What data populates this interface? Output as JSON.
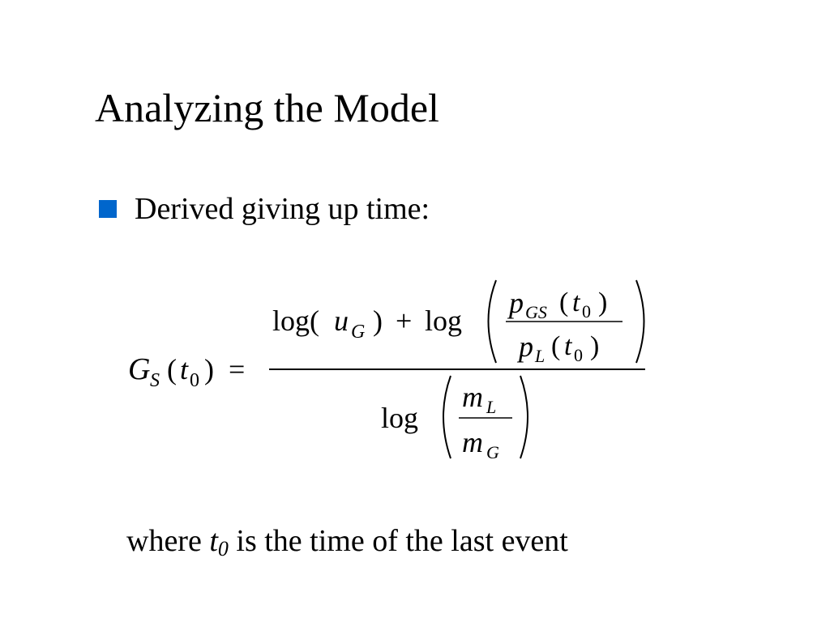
{
  "slide": {
    "title": "Analyzing the Model",
    "bullet": {
      "text": "Derived giving up time:",
      "marker_color": "#0066cc"
    },
    "formula": {
      "lhs": {
        "func": "G",
        "func_sub": "S",
        "lparen": "(",
        "arg": "t",
        "arg_sub": "0",
        "rparen": ")",
        "equals": "="
      },
      "numerator": {
        "log1": "log(",
        "u": "u",
        "u_sub": "G",
        "close1": ")",
        "plus": "+",
        "log2": "log",
        "inner_num": {
          "p": "p",
          "p_sub": "GS",
          "lparen": "(",
          "t": "t",
          "t_sub": "0",
          "rparen": ")"
        },
        "inner_den": {
          "p": "p",
          "p_sub": "L",
          "lparen": "(",
          "t": "t",
          "t_sub": "0",
          "rparen": ")"
        }
      },
      "denominator": {
        "log": "log",
        "inner_num": {
          "m": "m",
          "m_sub": "L"
        },
        "inner_den": {
          "m": "m",
          "m_sub": "G"
        }
      }
    },
    "footnote": {
      "prefix": "where",
      "var": "t",
      "var_sub": "0",
      "suffix": "is the time of the last event"
    }
  }
}
